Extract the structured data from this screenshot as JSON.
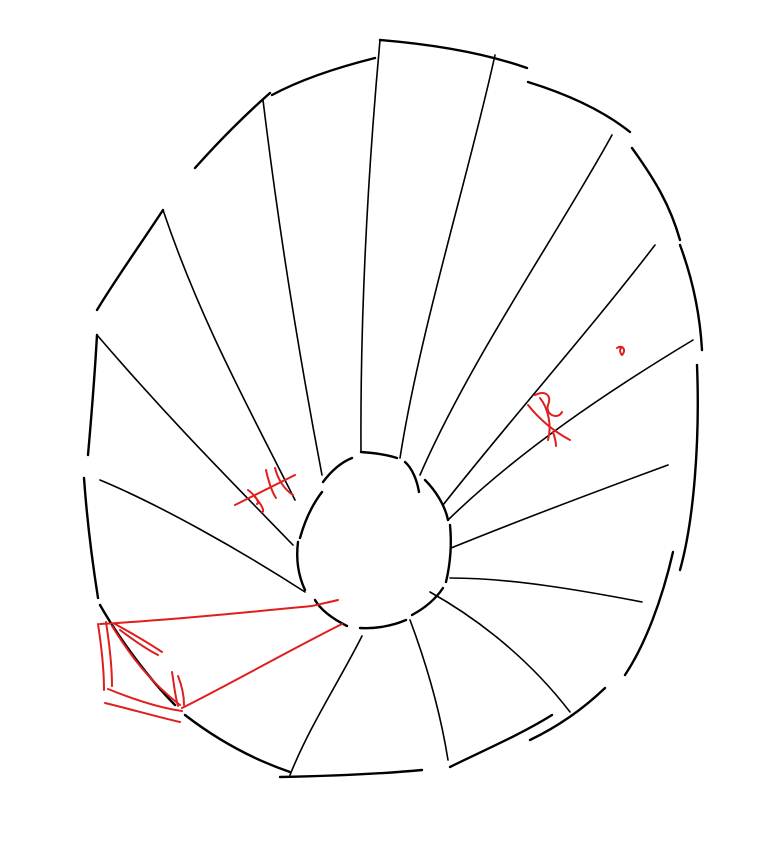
{
  "drawing": {
    "subject": "",
    "colors": {
      "background": "#ffffff",
      "black_ink": "#000000",
      "red_ink": "#e01e1e"
    },
    "annotations": [
      {
        "kind": "angle-mark",
        "color": "red"
      },
      {
        "kind": "angle-mark",
        "color": "red"
      },
      {
        "kind": "small-mark",
        "color": "red"
      },
      {
        "kind": "highlighted-wedge",
        "color": "red"
      }
    ]
  }
}
